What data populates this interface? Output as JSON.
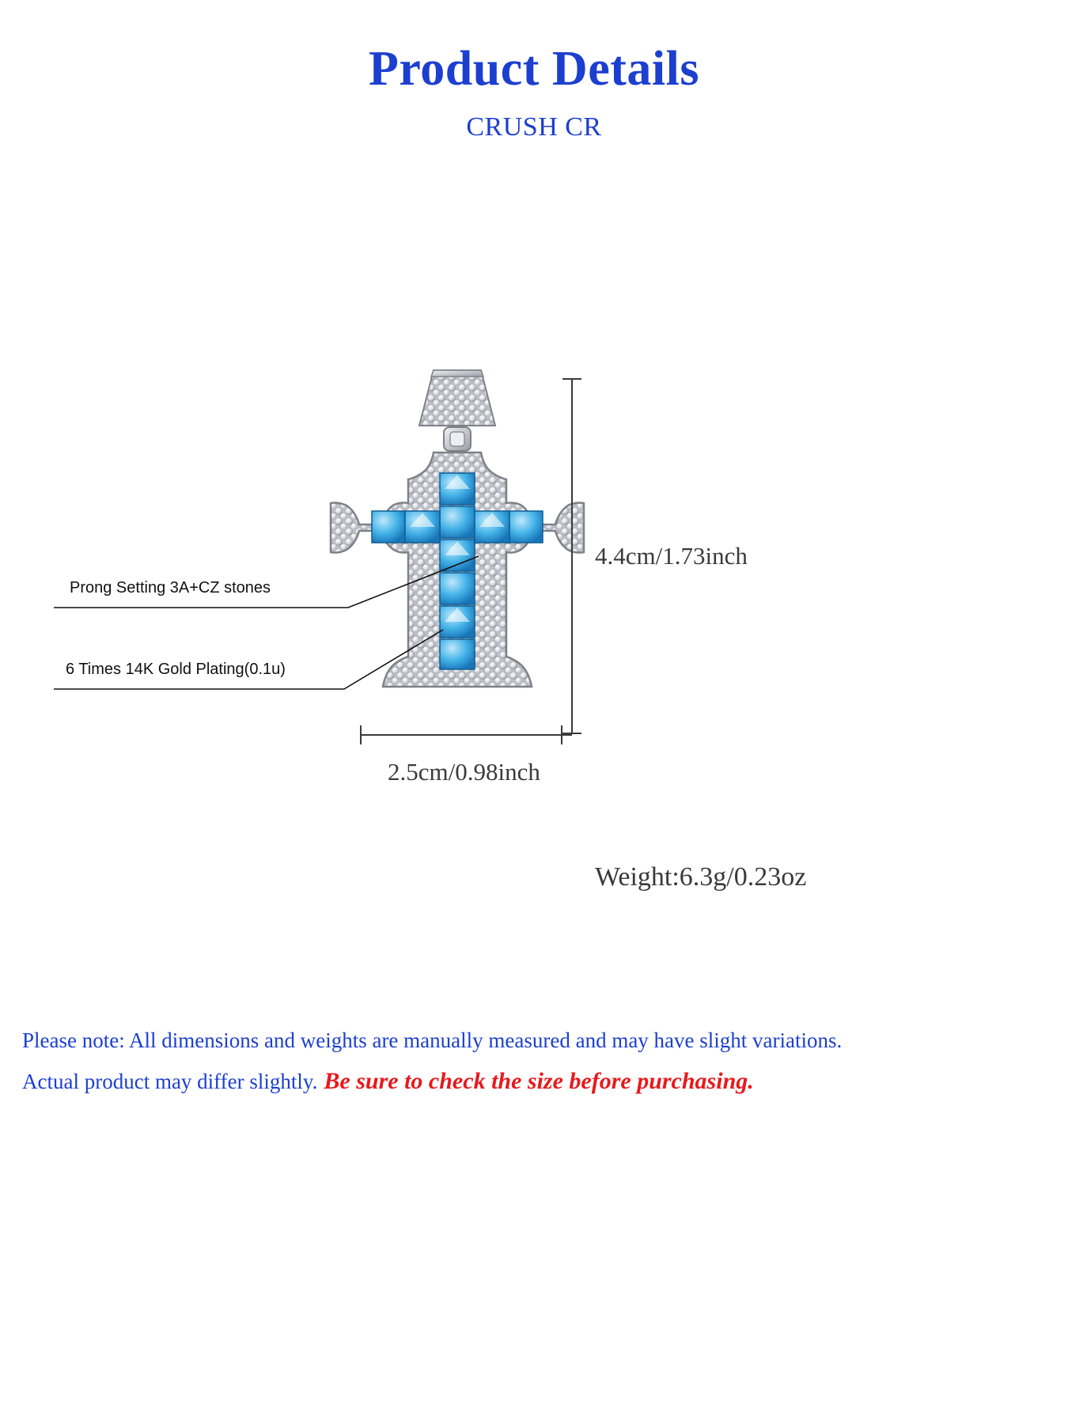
{
  "header": {
    "title": "Product Details",
    "subtitle": "CRUSH CR"
  },
  "product": {
    "image_alt": "silver-cross-pendant-with-blue-cz-stones",
    "callouts": [
      {
        "id": "prong-setting",
        "text": "Prong Setting 3A+CZ stones"
      },
      {
        "id": "gold-plating",
        "text": "6 Times  14K  Gold  Plating(0.1u)"
      }
    ],
    "dimensions": {
      "height_label": "4.4cm/1.73inch",
      "width_label": "2.5cm/0.98inch"
    },
    "weight_label": "Weight:6.3g/0.23oz"
  },
  "footer": {
    "note_line_1": "Please note: All dimensions and weights are manually measured and may have slight variations.",
    "note_line_2a": "Actual product may differ slightly.",
    "note_line_2b": "Be sure to check the size before purchasing."
  },
  "colors": {
    "heading_blue": "#1c3fd0",
    "warning_red": "#e8191c",
    "dimension_gray": "#3a3a3a",
    "stone_blue": "#35a8e0",
    "metal_silver": "#c9cbd0"
  }
}
